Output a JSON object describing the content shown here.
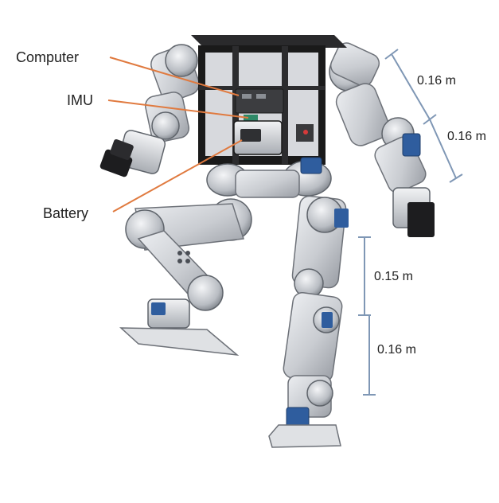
{
  "labels": {
    "computer": "Computer",
    "imu": "IMU",
    "battery": "Battery"
  },
  "dimensions": {
    "upper_arm": "0.16 m",
    "forearm": "0.16 m",
    "thigh": "0.15 m",
    "shank": "0.16 m"
  },
  "colors": {
    "leader_line": "#e07a3f",
    "dimension_line": "#7f97b5",
    "frame": "#1a1a1a",
    "aluminum": "#d2d4d8",
    "servo_blue": "#2f5d9e",
    "label_text": "#222222"
  }
}
